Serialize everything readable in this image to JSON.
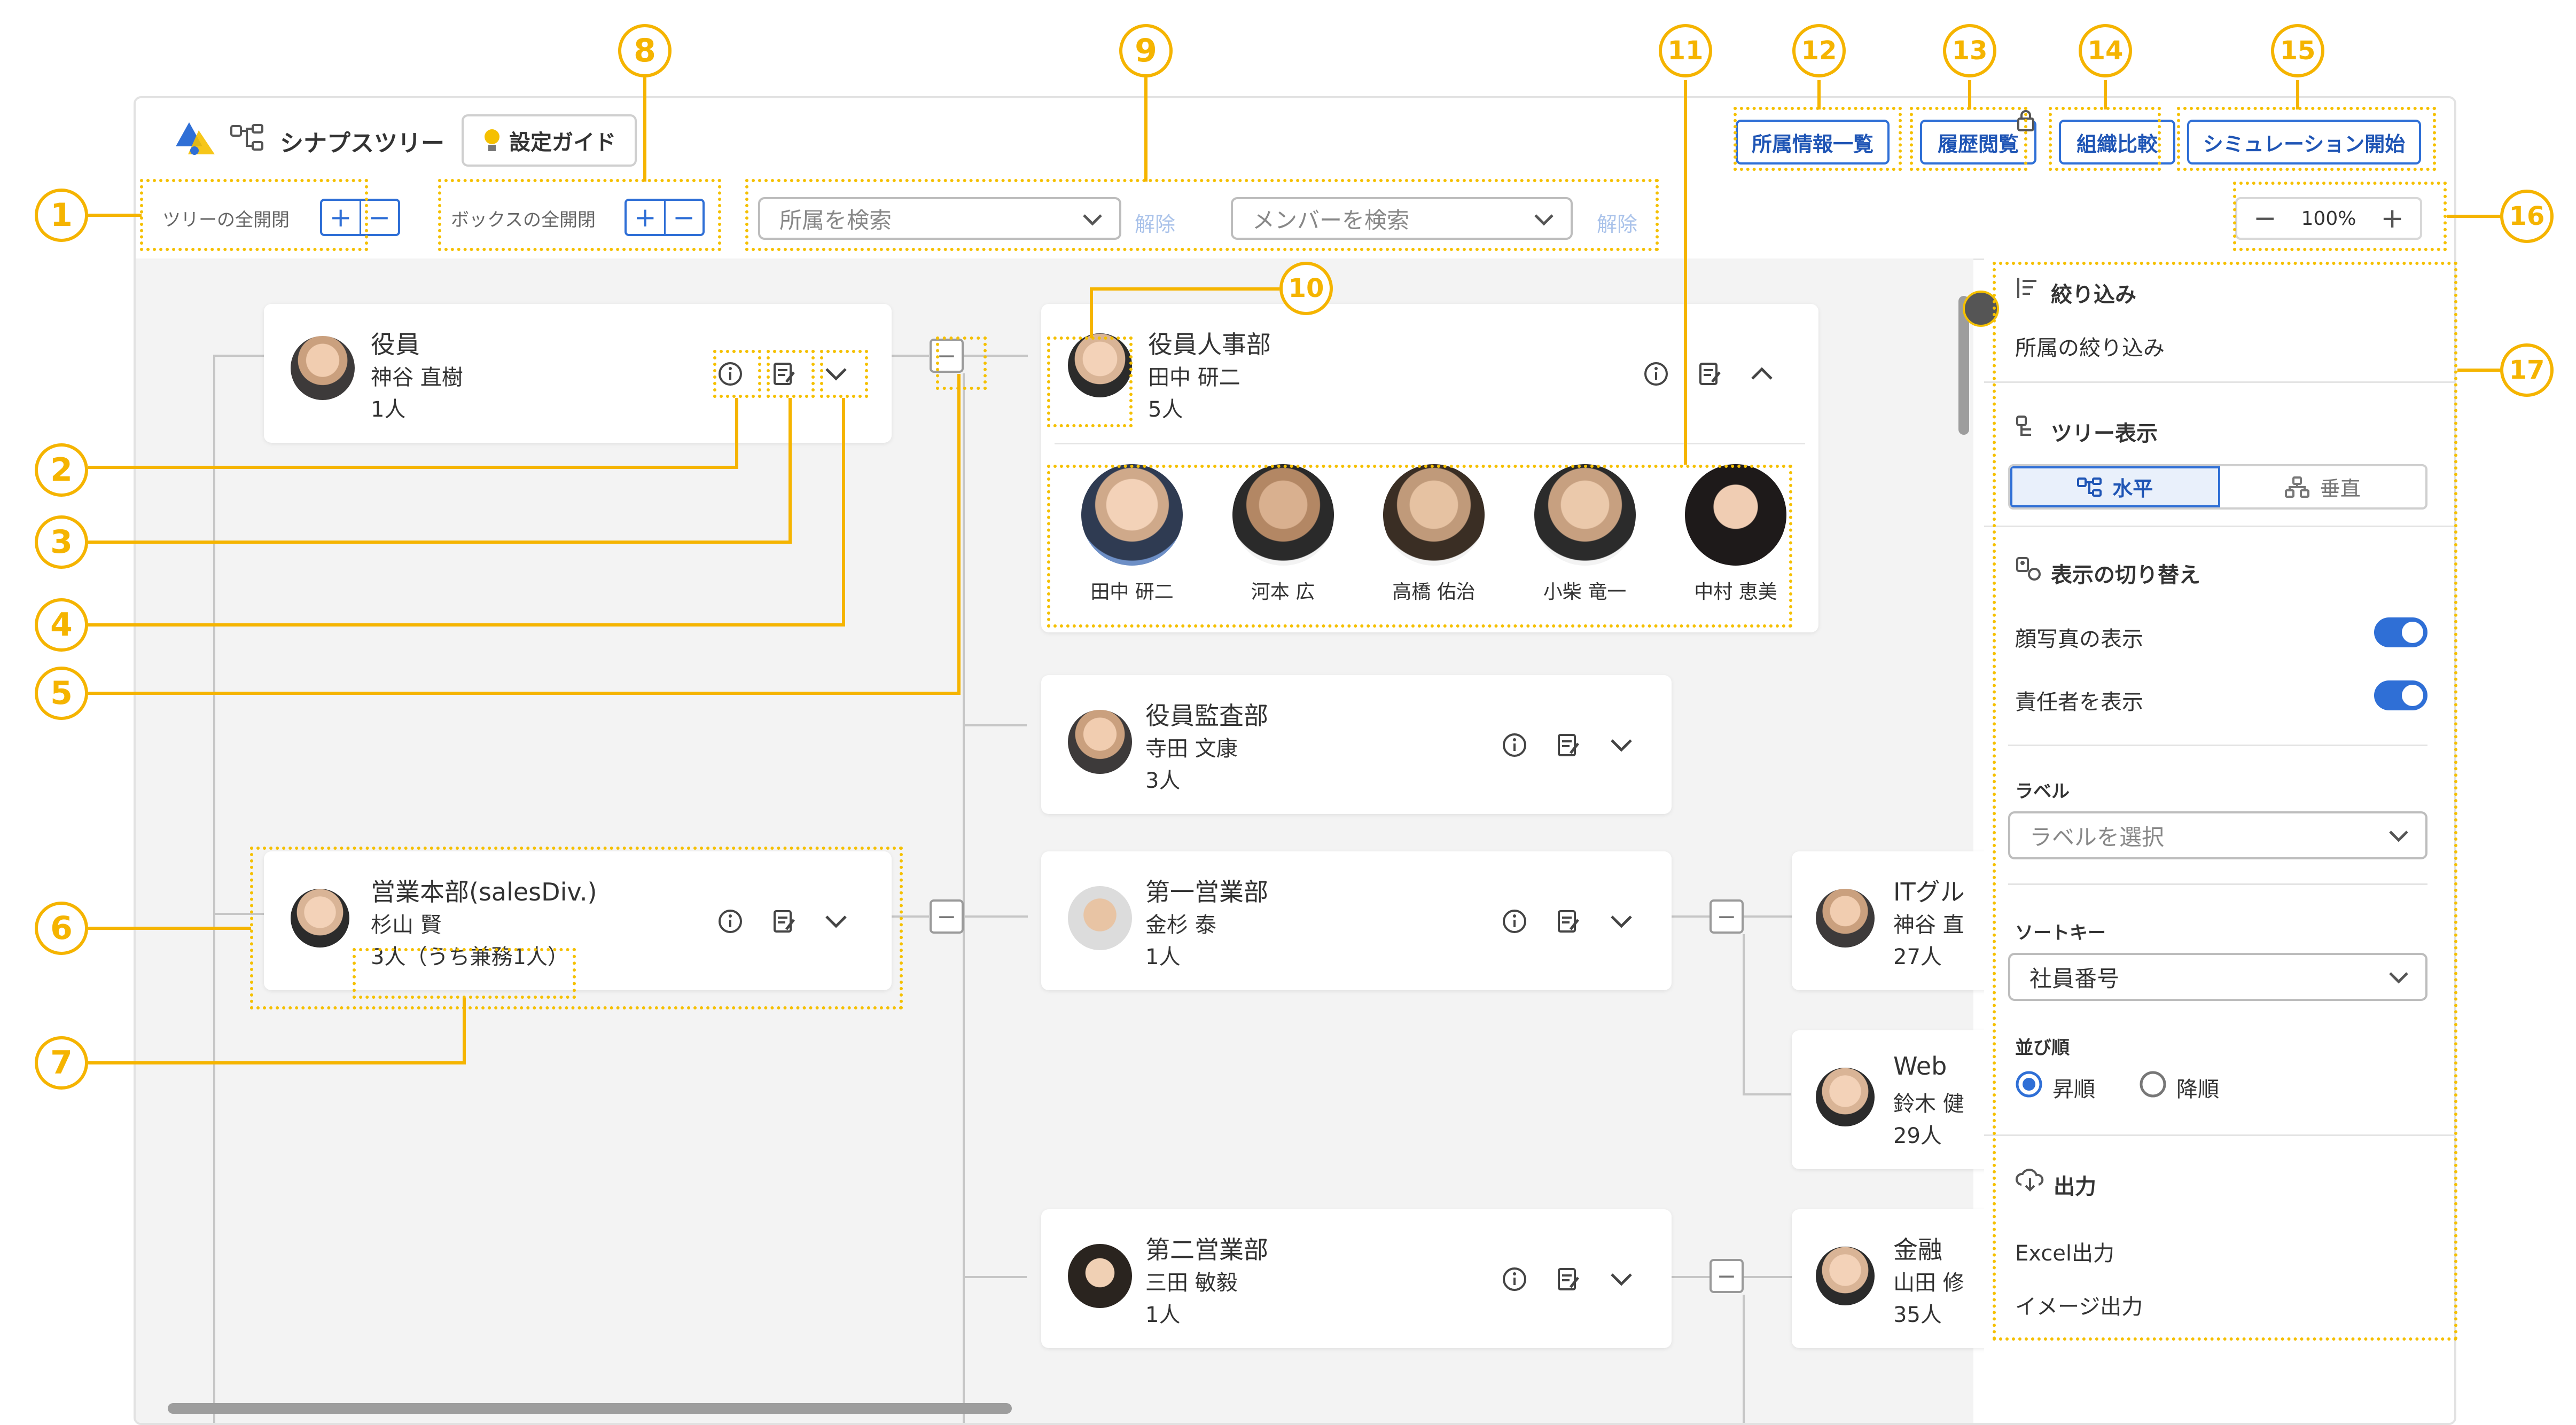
{
  "header": {
    "app_title": "シナプスツリー",
    "guide_button": "設定ガイド",
    "actions": [
      "所属情報一覧",
      "履歴閲覧",
      "組織比較",
      "シミュレーション開始"
    ]
  },
  "toolbar": {
    "tree_toggle_label": "ツリーの全開閉",
    "box_toggle_label": "ボックスの全開閉",
    "department_search": {
      "placeholder": "所属を検索",
      "clear": "解除"
    },
    "member_search": {
      "placeholder": "メンバーを検索",
      "clear": "解除"
    },
    "zoom": "100%"
  },
  "tree": {
    "root": {
      "name": "役員",
      "leader": "神谷 直樹",
      "count": "1人"
    },
    "hr": {
      "name": "役員人事部",
      "leader": "田中 研二",
      "count": "5人",
      "members": [
        "田中 研二",
        "河本 広",
        "高橋 佑治",
        "小柴 竜一",
        "中村 恵美"
      ]
    },
    "audit": {
      "name": "役員監査部",
      "leader": "寺田 文康",
      "count": "3人"
    },
    "sales": {
      "name": "営業本部(salesDiv.)",
      "leader": "杉山 賢",
      "count": "3人（うち兼務1人）"
    },
    "sales1": {
      "name": "第一営業部",
      "leader": "金杉 泰",
      "count": "1人"
    },
    "sales2": {
      "name": "第二営業部",
      "leader": "三田 敏毅",
      "count": "1人"
    },
    "it": {
      "name": "ITグル",
      "leader": "神谷 直",
      "count": "27人"
    },
    "web": {
      "name": "Web",
      "leader": "鈴木 健",
      "count": "29人"
    },
    "finance": {
      "name": "金融",
      "leader": "山田 修",
      "count": "35人"
    }
  },
  "panel": {
    "filter_title": "絞り込み",
    "filter_item": "所属の絞り込み",
    "tree_view_title": "ツリー表示",
    "tree_view_options": [
      "水平",
      "垂直"
    ],
    "display_title": "表示の切り替え",
    "toggles": [
      {
        "label": "顔写真の表示",
        "on": true
      },
      {
        "label": "責任者を表示",
        "on": true
      }
    ],
    "label_title": "ラベル",
    "label_placeholder": "ラベルを選択",
    "sort_title": "ソートキー",
    "sort_value": "社員番号",
    "order_title": "並び順",
    "order_options": [
      "昇順",
      "降順"
    ],
    "output_title": "出力",
    "outputs": [
      "Excel出力",
      "イメージ出力"
    ]
  },
  "colors": {
    "accent": "#2f6fd6",
    "callout": "#f5b400"
  }
}
